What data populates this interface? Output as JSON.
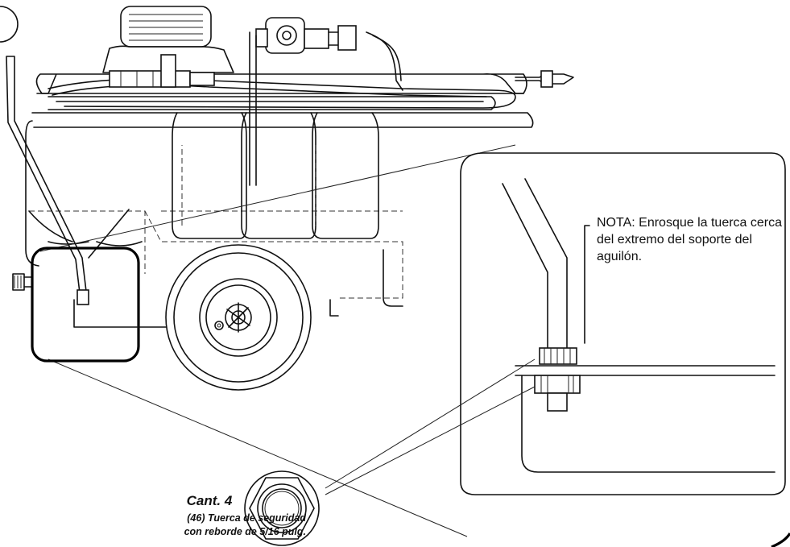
{
  "callout": {
    "note": "NOTA: Enrosque la tuerca cerca del extremo del soporte del aguilón."
  },
  "part_label": {
    "quantity": "Cant. 4",
    "line1": "(46) Tuerca de seguridad",
    "line2": "con reborde de 5/16 pulg."
  }
}
